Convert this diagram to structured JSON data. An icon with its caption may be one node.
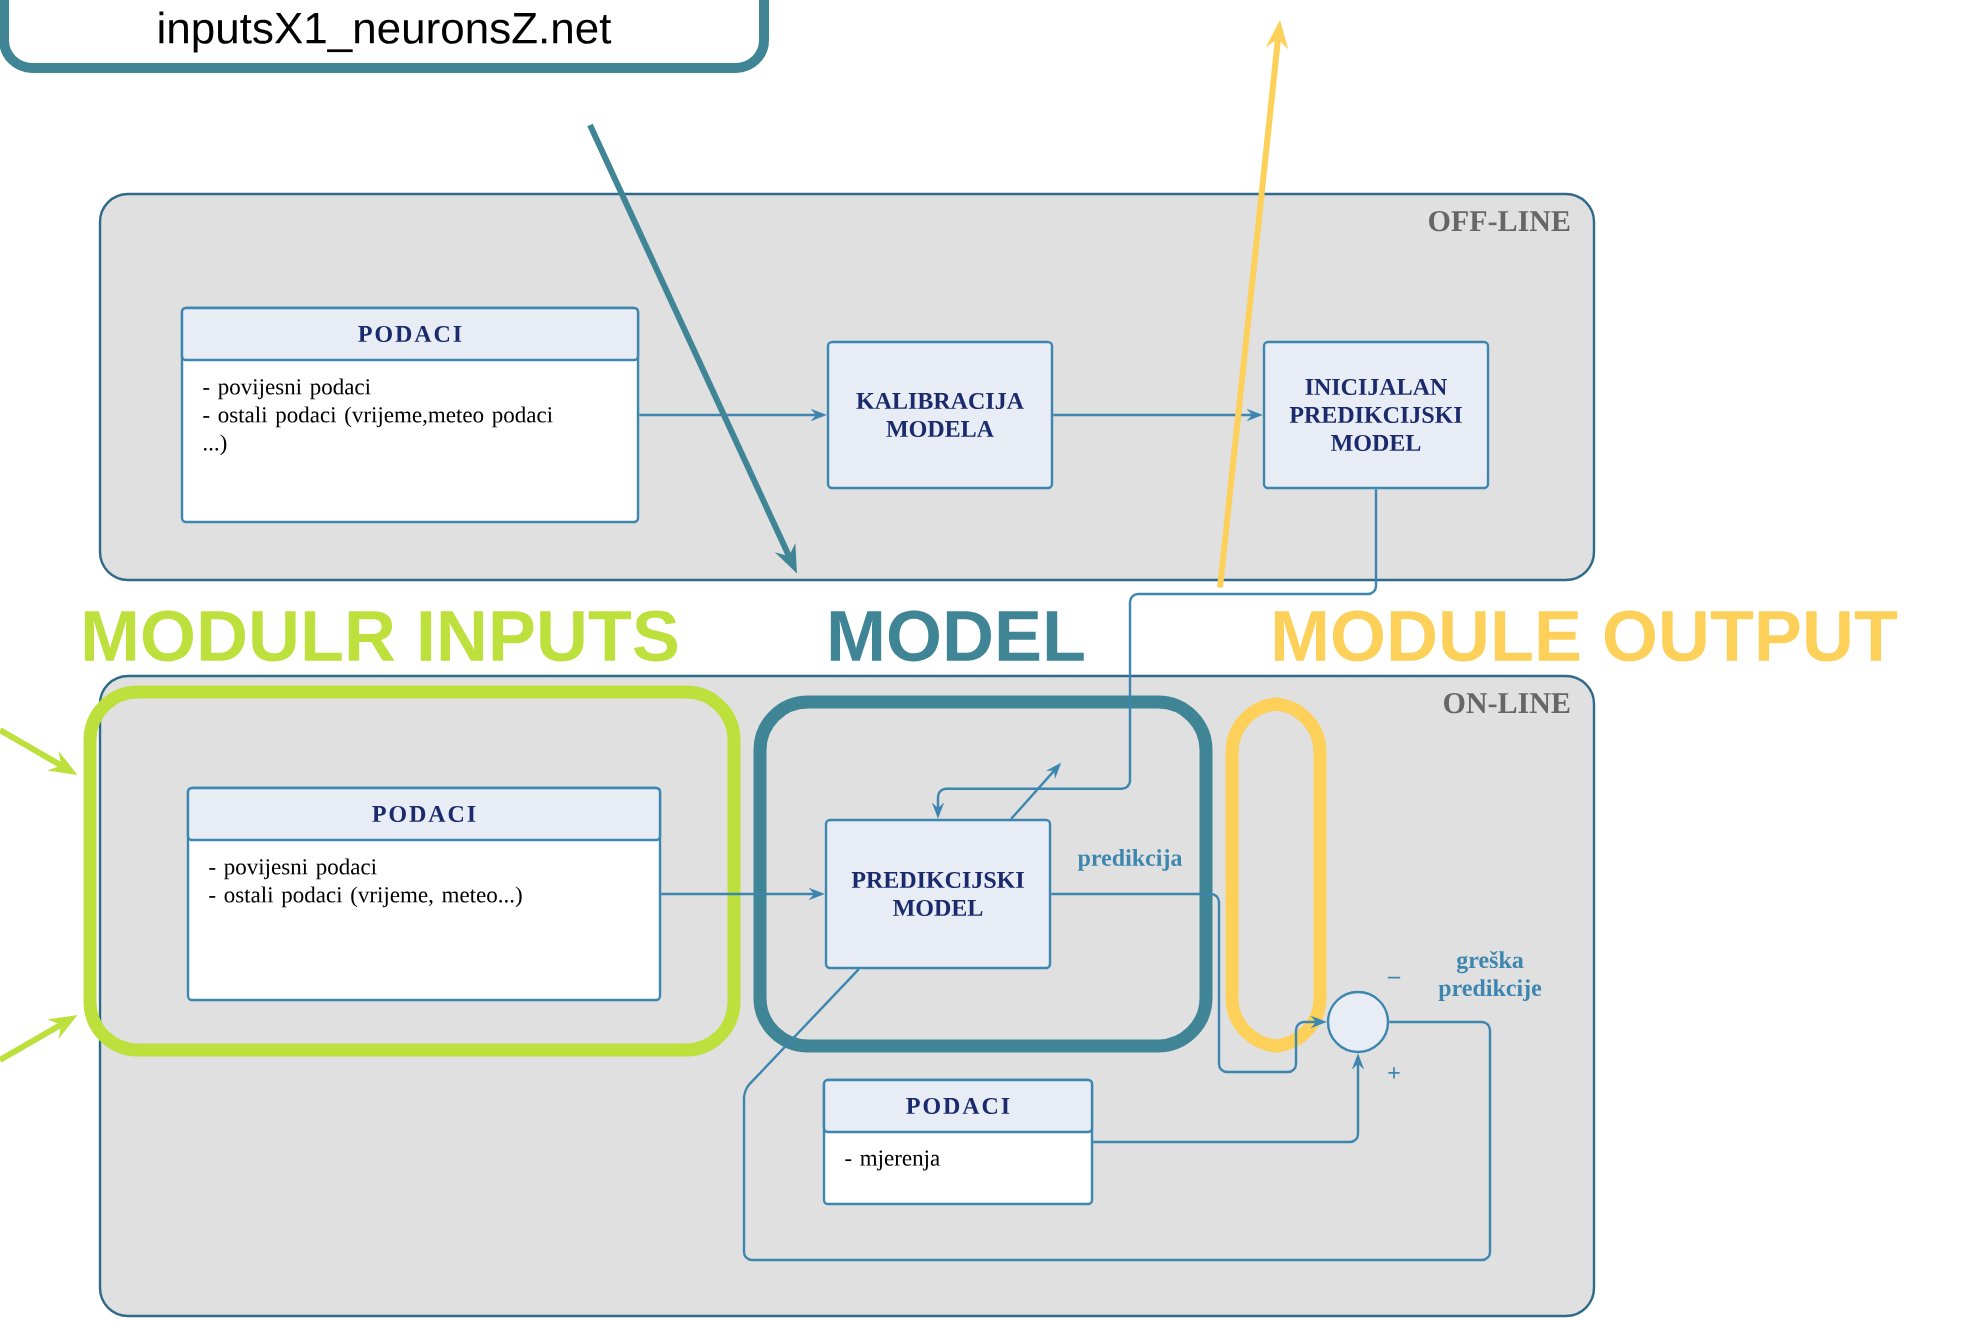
{
  "diagram": {
    "nodes": [
      {
        "text": [
          "inputsX1_neuronsZ.net"
        ]
      },
      {
        "text": [
          "OFF-LINE"
        ]
      },
      {
        "text": [
          "PODACI",
          "- povijesni podaci",
          "- ostali podaci (vrijeme,meteo podaci ...)"
        ],
        "in": 1
      },
      {
        "text": [
          "KALIBRACIJA MODELA"
        ],
        "in": 1
      },
      {
        "text": [
          "INICIJALAN PREDIKCIJSKI MODEL"
        ],
        "in": 1
      },
      {
        "text": [
          "ON-LINE"
        ]
      },
      {
        "text": [
          "MODULR INPUTS"
        ],
        "in": 5
      },
      {
        "text": [
          "PODACI",
          "- povijesni podaci",
          "- ostali podaci (vrijeme, meteo...)"
        ],
        "in": 6
      },
      {
        "text": [
          "MODEL"
        ],
        "in": 5
      },
      {
        "text": [
          "PREDIKCIJSKI MODEL"
        ],
        "in": 8
      },
      {
        "text": [
          "MODULE OUTPUT"
        ],
        "in": 5
      },
      {
        "text": [],
        "shape": "circle",
        "in": 5
      },
      {
        "text": [
          "PODACI",
          "- mjerenja"
        ],
        "in": 5
      }
    ],
    "edges": [
      {
        "from": 2,
        "to": 3,
        "arrow": "to"
      },
      {
        "from": 3,
        "to": 4,
        "arrow": "to"
      },
      {
        "from": 4,
        "to": 9,
        "arrow": "to"
      },
      {
        "from": 7,
        "to": 9,
        "arrow": "to"
      },
      {
        "from": 9,
        "to": 11,
        "arrow": "to",
        "label": "predikcija"
      },
      {
        "from": 12,
        "to": 11,
        "arrow": "to"
      },
      {
        "from": 11,
        "to": 9,
        "arrow": "none",
        "label": "greška predikcije"
      },
      {
        "from": 0,
        "to": 8,
        "arrow": "to",
        "style": "thick",
        "color": "#3f8596"
      },
      {
        "from": 10,
        "to": null,
        "arrow": "to",
        "style": "thick",
        "color": "#fdd05a"
      },
      {
        "from": null,
        "to": 6,
        "arrow": "to",
        "style": "thick",
        "color": "#bde03c"
      },
      {
        "from": null,
        "to": 6,
        "arrow": "to",
        "style": "thick",
        "color": "#bde03c"
      },
      {
        "from": 9,
        "to": null,
        "arrow": "to"
      }
    ],
    "labels": [
      "–",
      "+"
    ]
  }
}
